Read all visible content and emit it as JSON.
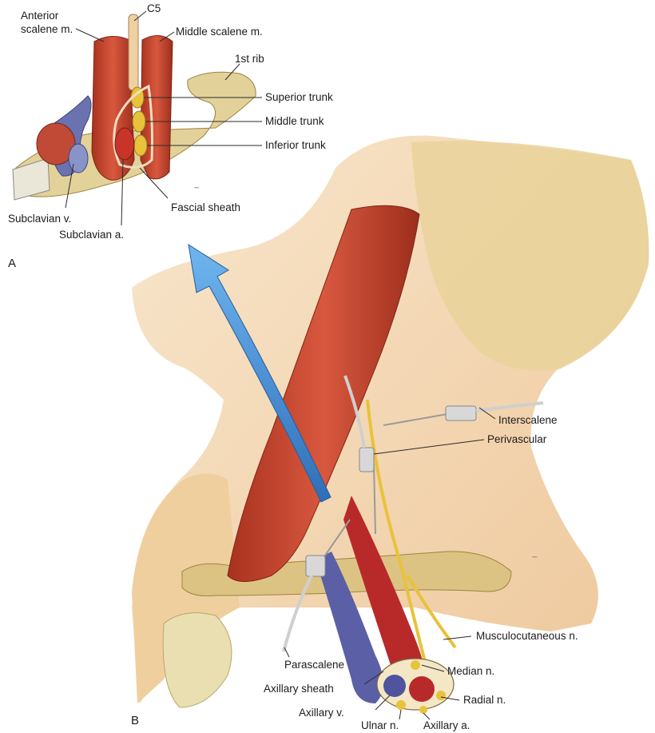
{
  "panels": {
    "a": "A",
    "b": "B"
  },
  "inset_labels": {
    "anterior_scalene_1": "Anterior",
    "anterior_scalene_2": "scalene m.",
    "c5": "C5",
    "middle_scalene": "Middle scalene m.",
    "first_rib": "1st rib",
    "superior_trunk": "Superior trunk",
    "middle_trunk": "Middle trunk",
    "inferior_trunk": "Inferior trunk",
    "subclavian_v": "Subclavian v.",
    "subclavian_a": "Subclavian a.",
    "fascial_sheath": "Fascial sheath"
  },
  "main_labels": {
    "interscalene": "Interscalene",
    "perivascular": "Perivascular",
    "musculocutaneous": "Musculocutaneous n.",
    "parascalene": "Parascalene",
    "median": "Median n.",
    "axillary_sheath": "Axillary sheath",
    "radial": "Radial n.",
    "axillary_v": "Axillary v.",
    "ulnar": "Ulnar n.",
    "axillary_a": "Axillary a."
  },
  "colors": {
    "skin": "#f3d8b4",
    "muscle": "#c0412c",
    "vein": "#5a5fa6",
    "artery": "#b8292a",
    "nerve": "#e8c23a",
    "bone": "#e7d9a1",
    "arrow": "#4a9be0"
  }
}
